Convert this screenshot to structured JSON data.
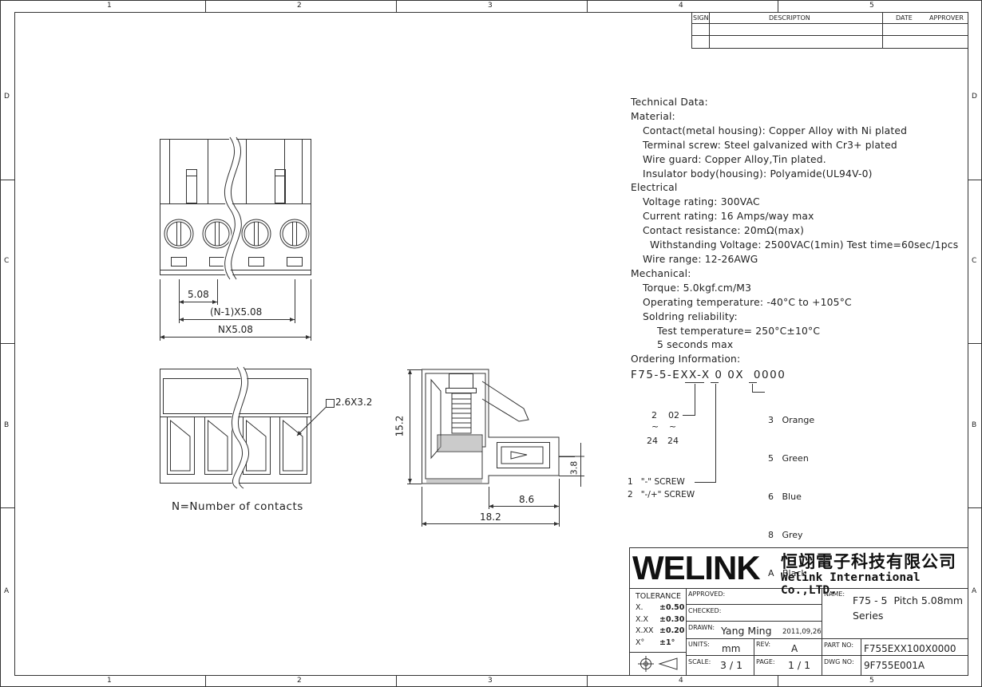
{
  "frame": {
    "columns": [
      "1",
      "2",
      "3",
      "4",
      "5"
    ],
    "rows": [
      "D",
      "C",
      "B",
      "A"
    ]
  },
  "revision_table": {
    "sign": "SIGN",
    "description": "DESCRIPTON",
    "date": "DATE",
    "approver": "APPROVER"
  },
  "technical": {
    "title": "Technical Data:",
    "material_head": "Material:",
    "contact": "Contact(metal housing): Copper Alloy with Ni plated",
    "terminal_screw": "Terminal screw: Steel galvanized with Cr3+ plated",
    "wire_guard": "Wire guard: Copper Alloy,Tin plated.",
    "insulator": "Insulator body(housing): Polyamide(UL94V-0)",
    "electrical_head": "Electrical",
    "voltage": "Voltage rating: 300VAC",
    "current": "Current rating: 16 Amps/way max",
    "resistance": "Contact resistance: 20mΩ(max)",
    "withstanding": "Withstanding Voltage: 2500VAC(1min) Test time=60sec/1pcs",
    "wire_range": "Wire range: 12-26AWG",
    "mechanical_head": "Mechanical:",
    "torque": "Torque: 5.0kgf.cm/M3",
    "operating_temp": "Operating temperature: -40°C to +105°C",
    "soldering": "Soldring reliability:",
    "test_temp": "Test temperature= 250°C±10°C",
    "seconds": "5 seconds max",
    "ordering_head": "Ordering Information:"
  },
  "ordering": {
    "code_prefix": "F75-5-E",
    "code_xx": "XX",
    "code_dash": "-",
    "code_x1": "X",
    "code_0a": "0",
    "code_0b": "0",
    "code_x2": "X",
    "code_tail": "0000",
    "range_from_a": "2",
    "range_from_b": "02",
    "range_sep_a": "~",
    "range_sep_b": "~",
    "range_to_a": "24",
    "range_to_b": "24",
    "screw_1": "1   \"-\" SCREW",
    "screw_2": "2   \"-/+\" SCREW",
    "colors": [
      "3   Orange",
      "5   Green",
      "6   Blue",
      "8   Grey",
      "A   Black"
    ]
  },
  "dims": {
    "pitch": "5.08",
    "n1_pitch": "(N-1)X5.08",
    "n_pitch": "NX5.08",
    "hole": "2.6X3.2",
    "height": "15.2",
    "depth_small": "3.8",
    "offset": "8.6",
    "length": "18.2",
    "contacts_note": "N=Number of contacts"
  },
  "title_block": {
    "logo": "WELINK",
    "company_cn": "恒翊電子科技有限公司",
    "company_en": "Welink International Co.,LTD.",
    "tolerance_head": "TOLERANCE",
    "tol_rows": [
      {
        "k": "X.",
        "v": "±0.50"
      },
      {
        "k": "X.X",
        "v": "±0.30"
      },
      {
        "k": "X.XX",
        "v": "±0.20"
      },
      {
        "k": "X°",
        "v": "±1°"
      }
    ],
    "approved_label": "APPROVED:",
    "checked_label": "CHECKED:",
    "drawn_label": "DRAWN:",
    "drawn_by": "Yang Ming",
    "drawn_date": "2011,09,26",
    "units_label": "UNITS:",
    "units": "mm",
    "rev_label": "REV:",
    "rev": "A",
    "scale_label": "SCALE:",
    "scale": "3 / 1",
    "page_label": "PAGE:",
    "page": "1 / 1",
    "name_label": "NAME:",
    "name_line1": "F75 - 5  Pitch 5.08mm",
    "name_line2": "Series",
    "part_no_label": "PART NO:",
    "part_no": "F755EXX100X0000",
    "dwg_no_label": "DWG NO:",
    "dwg_no": "9F755E001A"
  }
}
